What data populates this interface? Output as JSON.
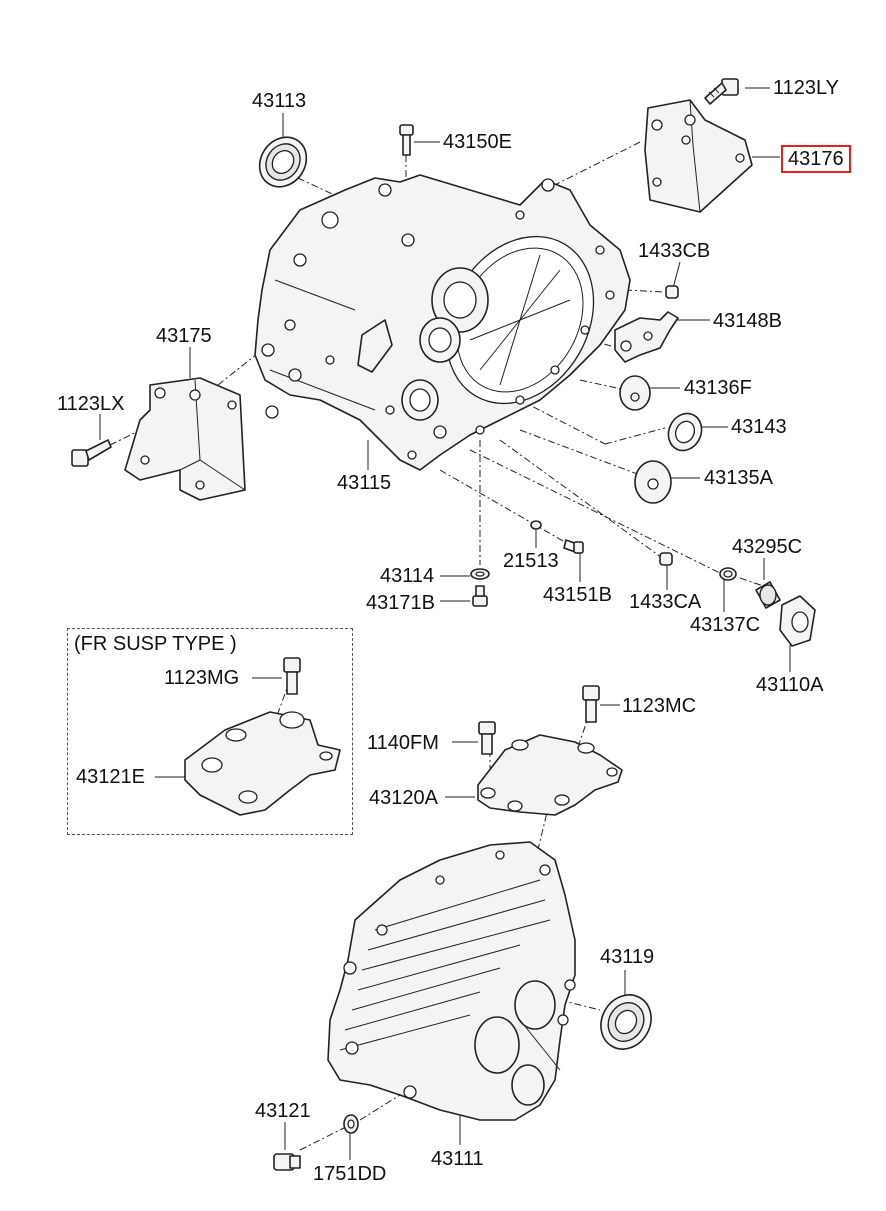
{
  "highlight_color": "#e0241b",
  "labels": {
    "p1123LY": "1123LY",
    "p43176": "43176",
    "p43113": "43113",
    "p43150E": "43150E",
    "p1433CB": "1433CB",
    "p43148B": "43148B",
    "p43175": "43175",
    "p1123LX": "1123LX",
    "p43136F": "43136F",
    "p43143": "43143",
    "p43115": "43115",
    "p43135A": "43135A",
    "p21513": "21513",
    "p43295C": "43295C",
    "p43114": "43114",
    "p43151B": "43151B",
    "p1433CA": "1433CA",
    "p43171B": "43171B",
    "p43137C": "43137C",
    "p43110A": "43110A",
    "p1123MG": "1123MG",
    "p1123MC": "1123MC",
    "p1140FM": "1140FM",
    "p43121E": "43121E",
    "p43120A": "43120A",
    "p43119": "43119",
    "p43121": "43121",
    "p43111": "43111",
    "p1751DD": "1751DD"
  },
  "fr_susp_box": {
    "title": "(FR SUSP TYPE )"
  }
}
